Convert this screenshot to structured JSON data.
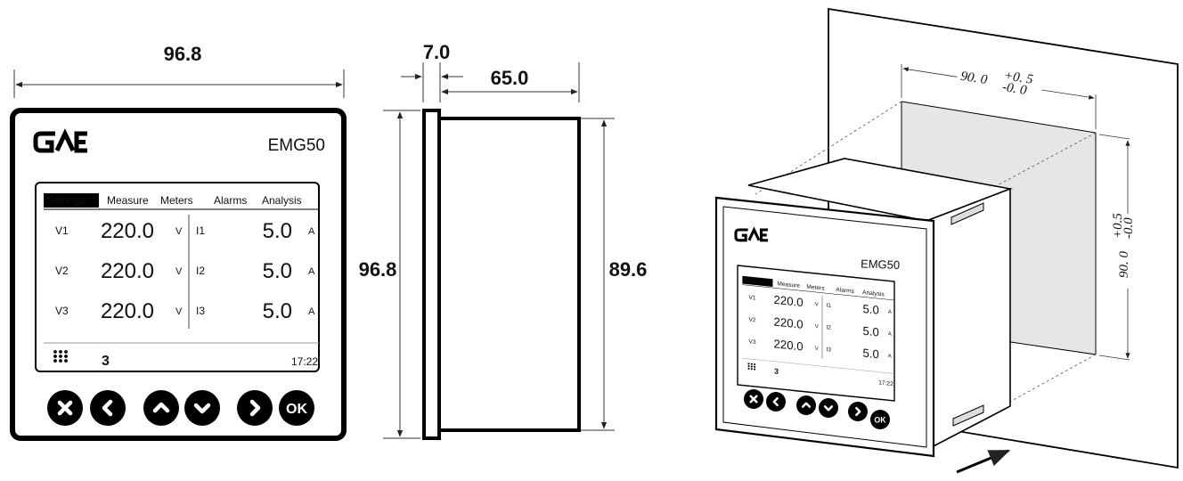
{
  "device": {
    "brand": "GAE",
    "model": "EMG50",
    "tabs": [
      "Settings",
      "Measure",
      "Meters",
      "Alarms",
      "Analysis"
    ],
    "active_tab": "Settings",
    "voltage_rows": [
      {
        "label": "V1",
        "value": "220.0",
        "unit": "V"
      },
      {
        "label": "V2",
        "value": "220.0",
        "unit": "V"
      },
      {
        "label": "V3",
        "value": "220.0",
        "unit": "V"
      }
    ],
    "current_rows": [
      {
        "label": "I1",
        "value": "5.0",
        "unit": "A"
      },
      {
        "label": "I2",
        "value": "5.0",
        "unit": "A"
      },
      {
        "label": "I3",
        "value": "5.0",
        "unit": "A"
      }
    ],
    "status_symbol": "3",
    "clock": "17:22",
    "buttons": [
      "close-icon",
      "chevron-left-icon",
      "chevron-up-icon",
      "chevron-down-icon",
      "chevron-right-icon",
      "OK"
    ]
  },
  "dimensions": {
    "front_width": "96.8",
    "front_height": "96.8",
    "bezel_depth": "7.0",
    "body_depth": "65.0",
    "body_height": "89.6",
    "cutout_width": "90. 0",
    "cutout_width_tol_plus": "+0. 5",
    "cutout_width_tol_minus": "-0. 0",
    "cutout_height": "90. 0",
    "cutout_height_tol_plus": "+0.5",
    "cutout_height_tol_minus": "-0.0"
  }
}
